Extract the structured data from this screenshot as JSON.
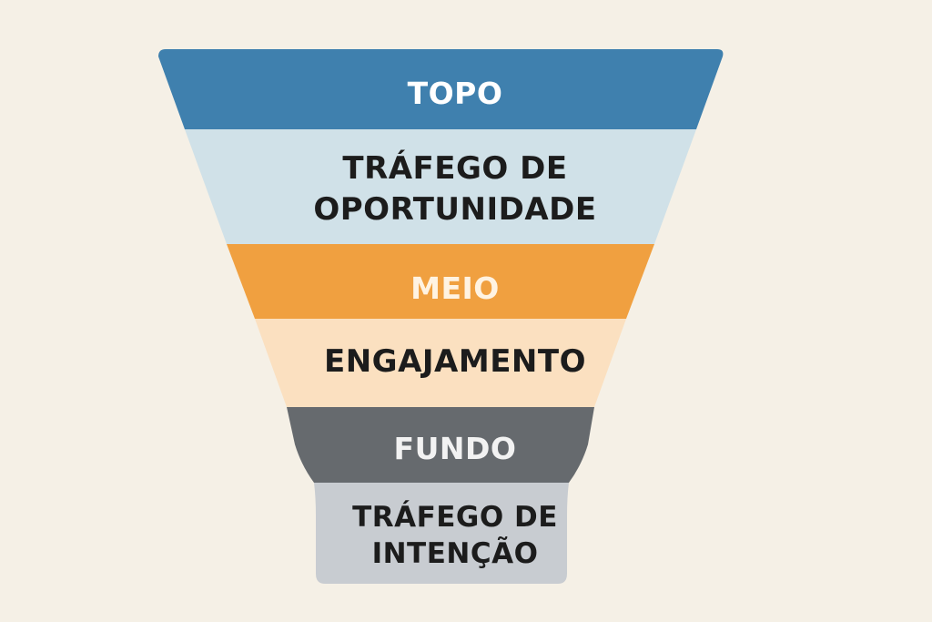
{
  "funnel": {
    "stages": [
      {
        "name": "top-stage",
        "label": "TOPO",
        "description": [
          "TRÁFEGO DE",
          "OPORTUNIDADE"
        ],
        "color": "#3f80ae",
        "description_color": "#d0e1e8"
      },
      {
        "name": "middle-stage",
        "label": "MEIO",
        "description": [
          "ENGAJAMENTO"
        ],
        "color": "#f0a040",
        "description_color": "#fbe0c0"
      },
      {
        "name": "bottom-stage",
        "label": "FUNDO",
        "description": [
          "TRÁFEGO DE",
          "INTENÇÃO"
        ],
        "color": "#666a6e",
        "description_color": "#c8ccd1"
      }
    ]
  },
  "colors": {
    "background": "#f5f0e6"
  }
}
